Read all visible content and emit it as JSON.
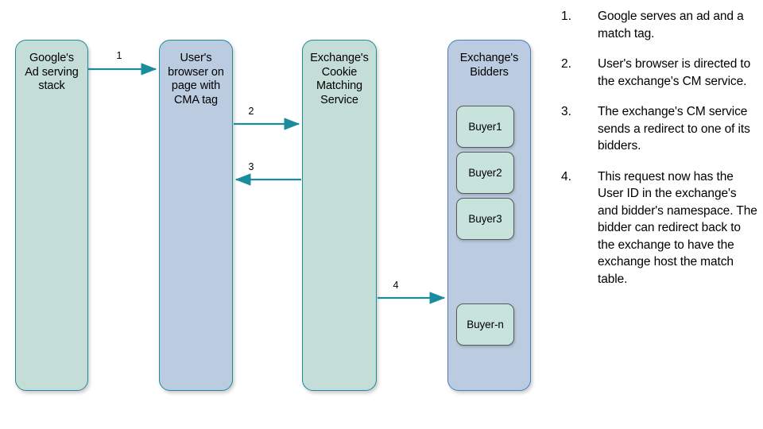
{
  "diagram": {
    "columns": [
      {
        "id": "google-ad-serving-stack",
        "title": "Google's\nAd serving\nstack",
        "style": "green"
      },
      {
        "id": "user-browser",
        "title": "User's\nbrowser on\npage with\nCMA tag",
        "style": "blue-teal"
      },
      {
        "id": "exchange-cookie-matching-service",
        "title": "Exchange's\nCookie\nMatching\nService",
        "style": "green"
      },
      {
        "id": "exchange-bidders",
        "title": "Exchange's\nBidders",
        "style": "blue"
      }
    ],
    "buyers": [
      {
        "label": "Buyer1"
      },
      {
        "label": "Buyer2"
      },
      {
        "label": "Buyer3"
      },
      {
        "label": "Buyer-n"
      }
    ],
    "arrows": [
      {
        "label": "1",
        "from": "google-ad-serving-stack",
        "to": "user-browser",
        "direction": "right"
      },
      {
        "label": "2",
        "from": "user-browser",
        "to": "exchange-cookie-matching-service",
        "direction": "right"
      },
      {
        "label": "3",
        "from": "exchange-cookie-matching-service",
        "to": "user-browser",
        "direction": "left"
      },
      {
        "label": "4",
        "from": "exchange-cookie-matching-service",
        "to": "exchange-bidders",
        "direction": "right"
      }
    ]
  },
  "steps": [
    {
      "num": "1.",
      "text": "Google serves an ad and a match tag."
    },
    {
      "num": "2.",
      "text": "User's browser is directed to the exchange's CM service."
    },
    {
      "num": "3.",
      "text": "The exchange's CM service sends a redirect to one of its bidders."
    },
    {
      "num": "4.",
      "text": "This request now has the User ID in the exchange's and bidder's namespace. The bidder can redirect back to the exchange to have the exchange host the match table."
    }
  ],
  "colors": {
    "green_fill": "#c4ded7",
    "blue_fill": "#bbcce0",
    "teal_border": "#1f8a99",
    "blue_border": "#4a7cc0",
    "buyer_fill": "#c7e3dc",
    "buyer_border": "#595959",
    "arrow": "#1b8c9e",
    "background": "#ffffff",
    "text": "#000000"
  }
}
